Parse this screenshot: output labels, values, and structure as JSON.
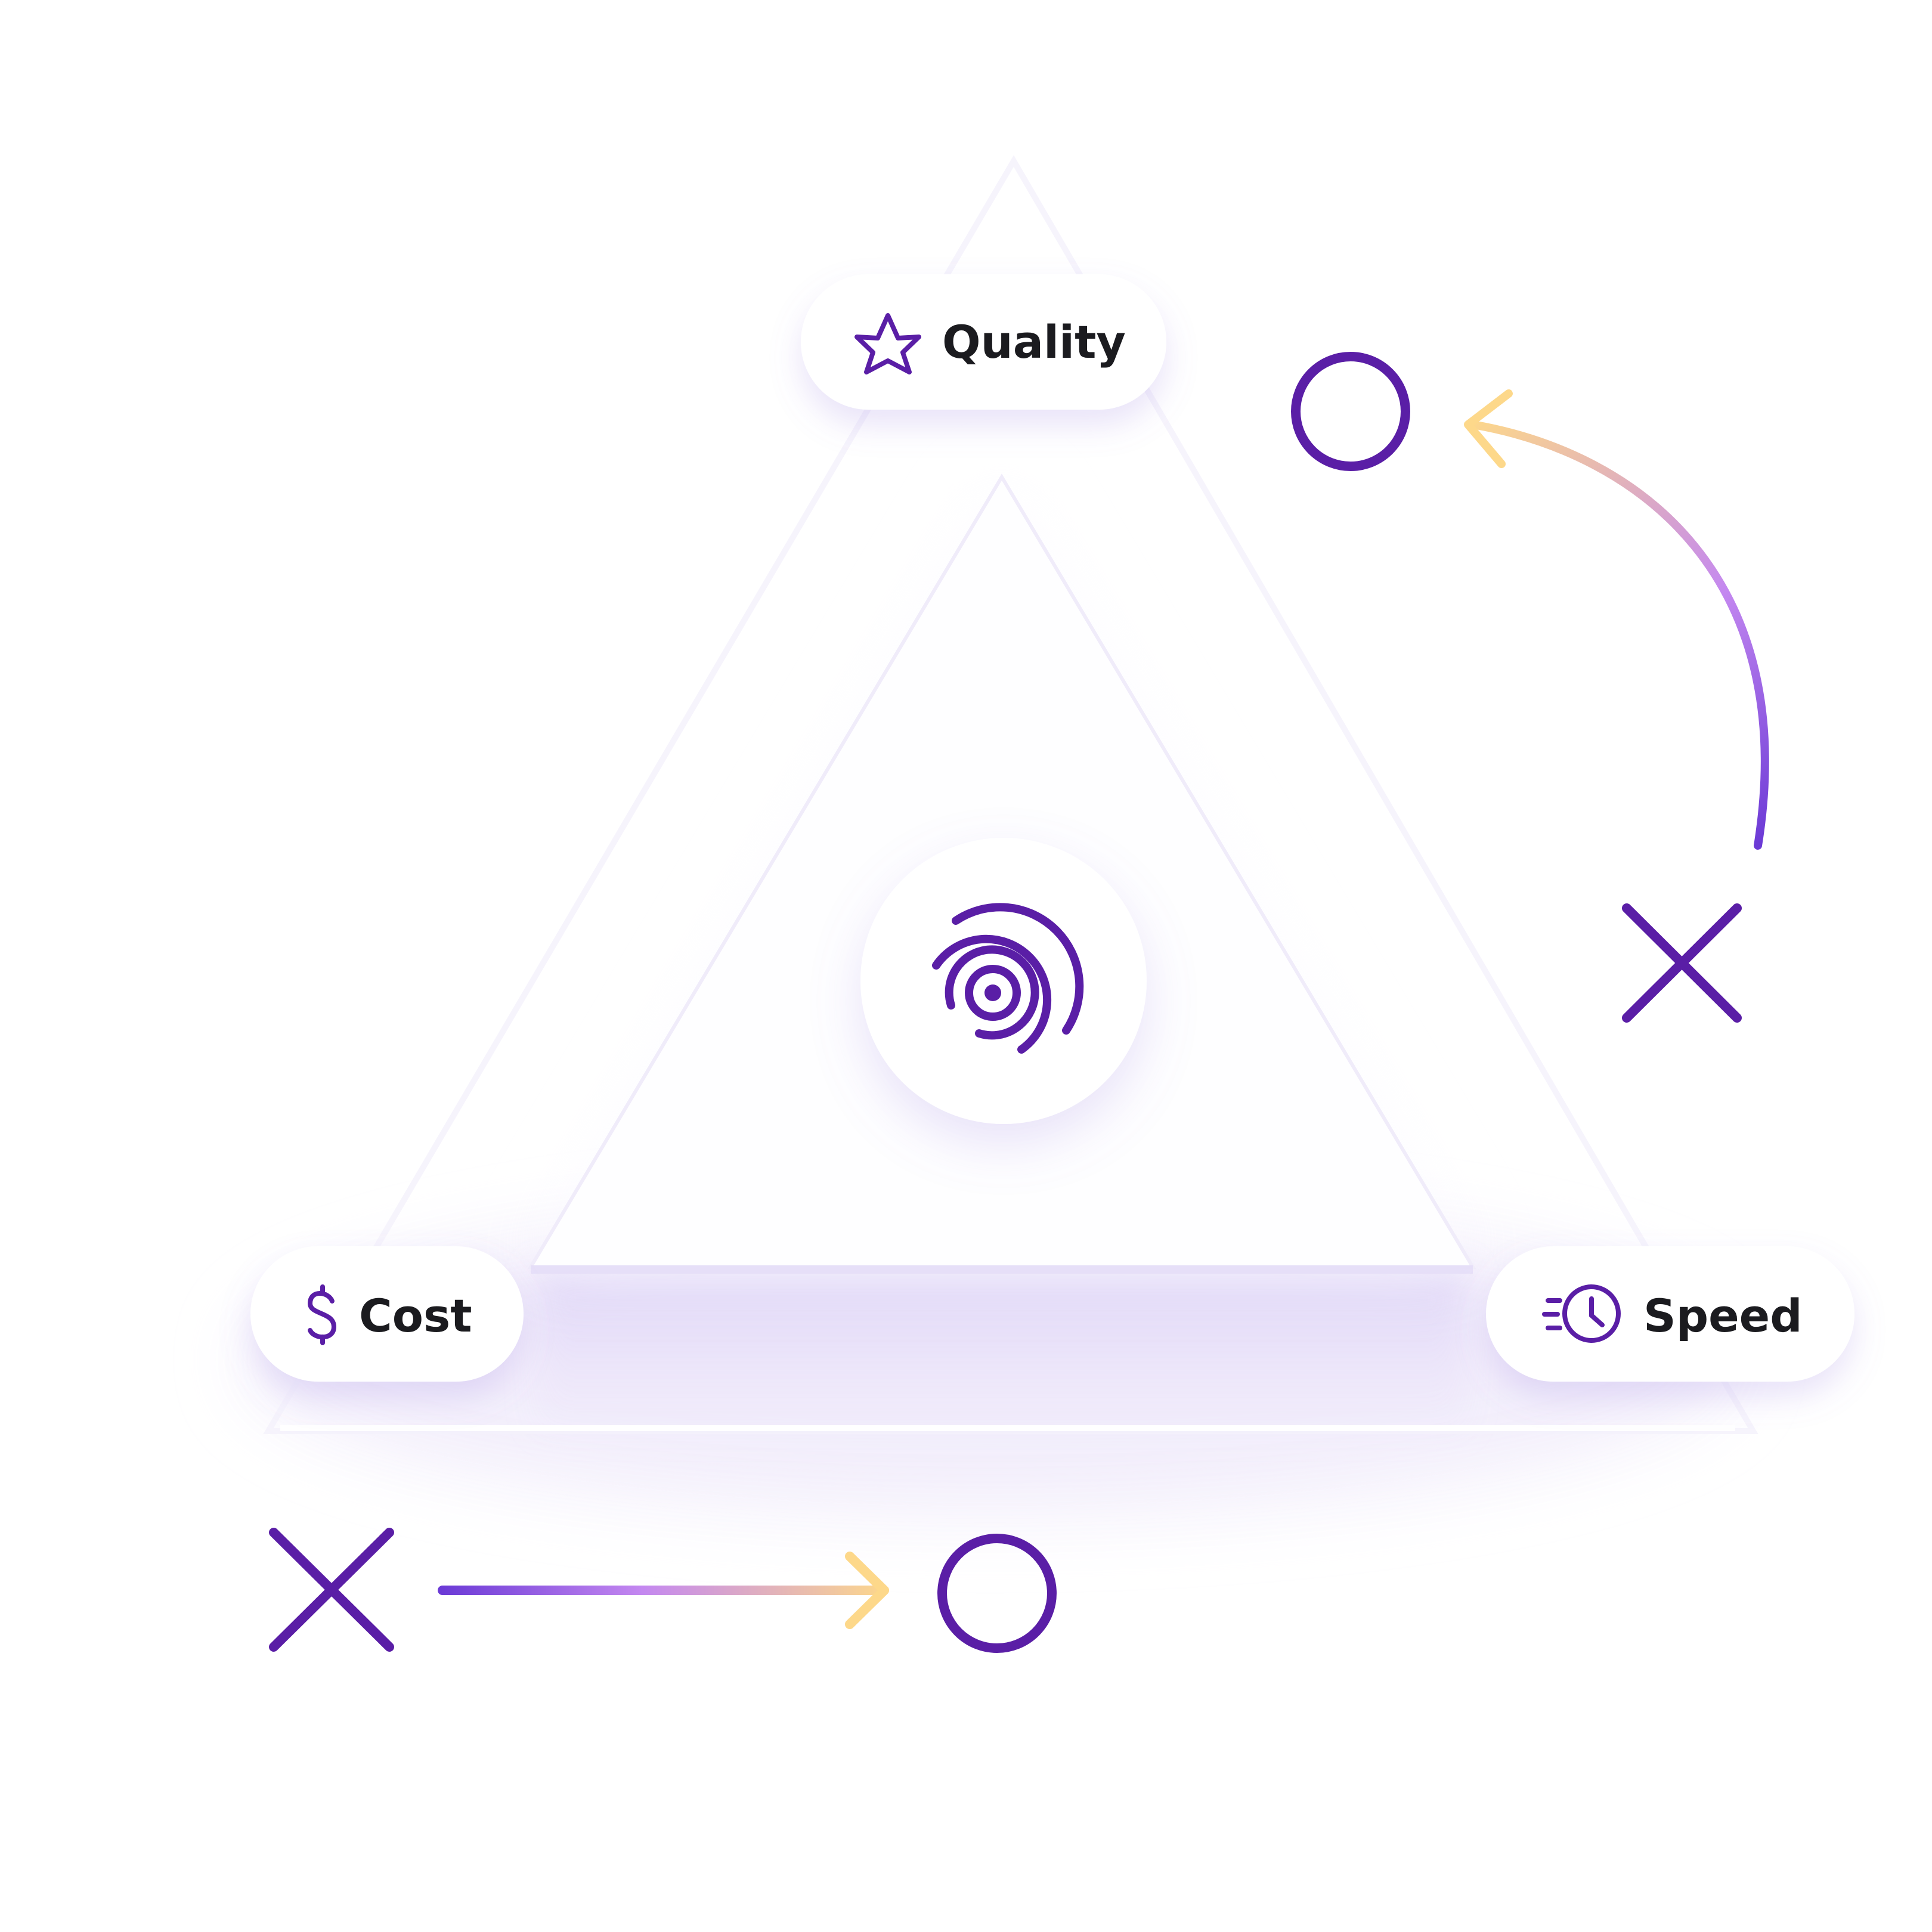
{
  "diagram": {
    "nodes": {
      "quality": {
        "label": "Quality",
        "icon": "star-icon"
      },
      "cost": {
        "label": "Cost",
        "icon": "dollar-icon"
      },
      "speed": {
        "label": "Speed",
        "icon": "speed-clock-icon"
      }
    },
    "center_icon": "target-rings-icon",
    "markers": [
      "x-mark-icon",
      "o-mark-icon"
    ]
  },
  "colors": {
    "primary_purple": "#5a1ea6",
    "gradient_purple": "#6b3ad6",
    "gradient_lilac": "#c488f0",
    "gradient_yellow": "#fdd88a",
    "text": "#1b1b1f",
    "glow": "#d5c8f3"
  }
}
